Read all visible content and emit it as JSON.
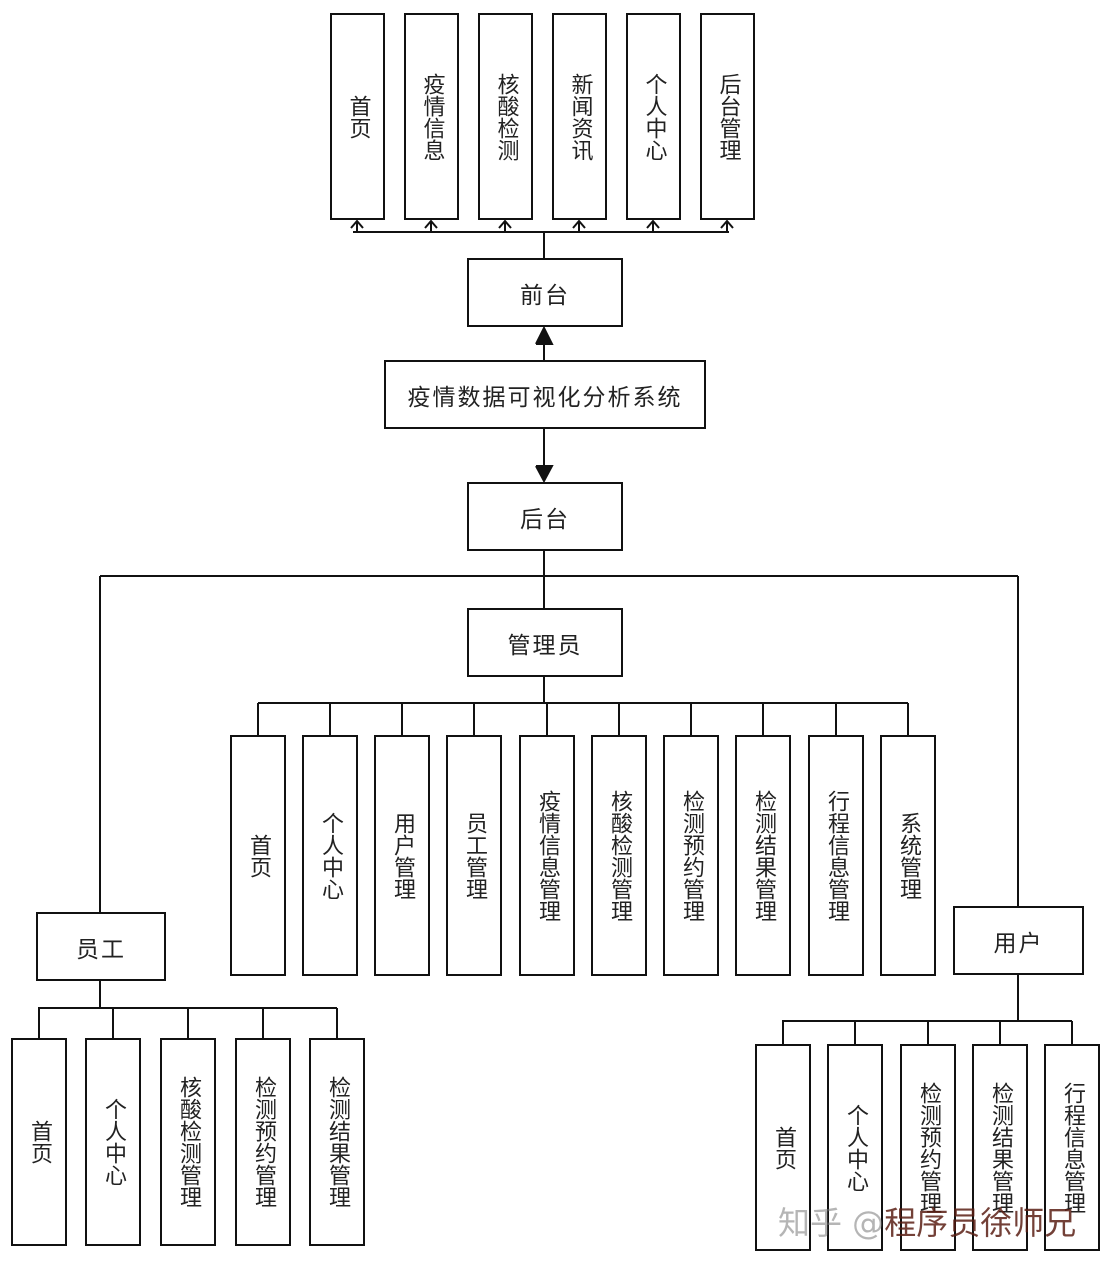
{
  "root": "疫情数据可视化分析系统",
  "frontend": {
    "label": "前台",
    "children": [
      "首页",
      "疫情信息",
      "核酸检测",
      "新闻资讯",
      "个人中心",
      "后台管理"
    ]
  },
  "backend": {
    "label": "后台"
  },
  "admin": {
    "label": "管理员",
    "children": [
      "首页",
      "个人中心",
      "用户管理",
      "员工管理",
      "疫情信息管理",
      "核酸检测管理",
      "检测预约管理",
      "检测结果管理",
      "行程信息管理",
      "系统管理"
    ]
  },
  "staff": {
    "label": "员工",
    "children": [
      "首页",
      "个人中心",
      "核酸检测管理",
      "检测预约管理",
      "检测结果管理"
    ]
  },
  "user": {
    "label": "用户",
    "children": [
      "首页",
      "个人中心",
      "检测预约管理",
      "检测结果管理",
      "行程信息管理"
    ]
  },
  "watermark": {
    "prefix": "知乎 @",
    "author": "程序员徐师兄"
  }
}
